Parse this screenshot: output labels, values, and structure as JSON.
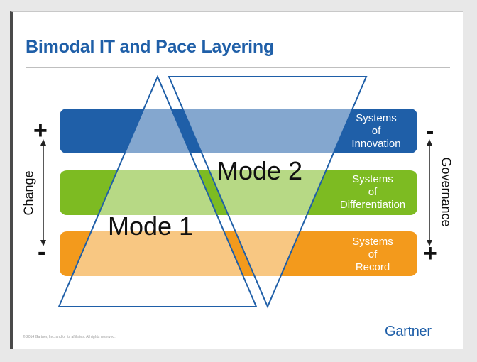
{
  "title": "Bimodal IT and Pace Layering",
  "bands": [
    {
      "label_lines": [
        "Systems",
        "of",
        "Innovation"
      ],
      "color": "#1f5fa8"
    },
    {
      "label_lines": [
        "Systems",
        "of",
        "Differentiation"
      ],
      "color": "#7dbb22"
    },
    {
      "label_lines": [
        "Systems",
        "of",
        "Record"
      ],
      "color": "#f39a1c"
    }
  ],
  "modes": {
    "mode1": "Mode 1",
    "mode2": "Mode 2"
  },
  "left_axis": {
    "label": "Change",
    "top_sign": "+",
    "bottom_sign": "-"
  },
  "right_axis": {
    "label": "Governance",
    "top_sign": "-",
    "bottom_sign": "+"
  },
  "footer_note": "© 2014 Gartner, Inc. and/or its affiliates. All rights reserved.",
  "logo": "Gartner"
}
